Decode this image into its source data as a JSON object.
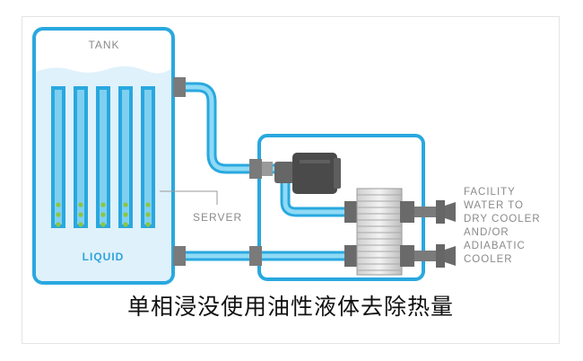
{
  "labels": {
    "tank": "TANK",
    "liquid": "LIQUID",
    "server": "SERVER",
    "facility": "FACILITY\nWATER TO\nDRY COOLER\nAND/OR\nADIABATIC\nCOOLER"
  },
  "caption": "单相浸没使用油性液体去除热量",
  "colors": {
    "outline": "#29a8df",
    "liquid_fill": "#dff1fb",
    "pipe": "#6cc8ec",
    "fitting": "#7a7a7a",
    "pump": "#555555",
    "led": "#8dc63f",
    "label": "#8a8a8a"
  }
}
